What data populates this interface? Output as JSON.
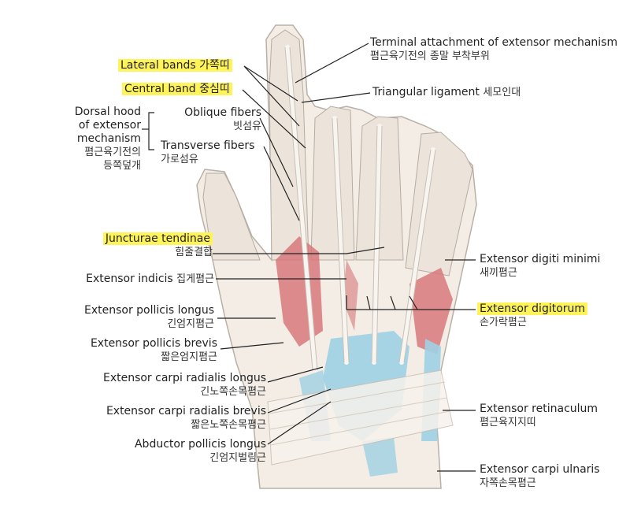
{
  "labels": {
    "terminal": {
      "en": "Terminal attachment of extensor mechanism",
      "kr": "폄근육기전의 종말 부착부위"
    },
    "lateral_bands": {
      "en": "Lateral bands",
      "kr": "가쪽띠"
    },
    "central_band": {
      "en": "Central band",
      "kr": "중심띠"
    },
    "triangular": {
      "en": "Triangular ligament",
      "kr": "세모인대"
    },
    "dorsal_hood": {
      "en1": "Dorsal hood",
      "en2": "of extensor",
      "en3": "mechanism",
      "kr1": "폄근육기전의",
      "kr2": "등쪽덮개"
    },
    "oblique": {
      "en": "Oblique fibers",
      "kr": "빗섬유"
    },
    "transverse": {
      "en": "Transverse fibers",
      "kr": "가로섬유"
    },
    "junctura": {
      "en": "Juncturae tendinae",
      "kr": "힘줄결합"
    },
    "indicis": {
      "en": "Extensor indicis",
      "kr": "집게폄근"
    },
    "epl": {
      "en": "Extensor pollicis longus",
      "kr": "긴엄지폄근"
    },
    "epb": {
      "en": "Extensor pollicis brevis",
      "kr": "짧은엄지폄근"
    },
    "ecrl": {
      "en": "Extensor carpi radialis longus",
      "kr": "긴노쪽손목폄근"
    },
    "ecrb": {
      "en": "Extensor carpi radialis brevis",
      "kr": "짧은노쪽손목폄근"
    },
    "apl": {
      "en": "Abductor pollicis longus",
      "kr": "긴엄지벌림근"
    },
    "edm": {
      "en": "Extensor digiti minimi",
      "kr": "새끼폄근"
    },
    "ed": {
      "en": "Extensor digitorum",
      "kr": "손가락폄근"
    },
    "retinaculum": {
      "en": "Extensor retinaculum",
      "kr": "폄근육지지띠"
    },
    "ecu": {
      "en": "Extensor carpi ulnaris",
      "kr": "자쪽손목폄근"
    }
  },
  "colors": {
    "highlight": "#fff35a",
    "tendon_blue": "#9fd0e4",
    "muscle_red": "#d7787a",
    "skin": "#f3ede6",
    "leader": "#222222"
  }
}
